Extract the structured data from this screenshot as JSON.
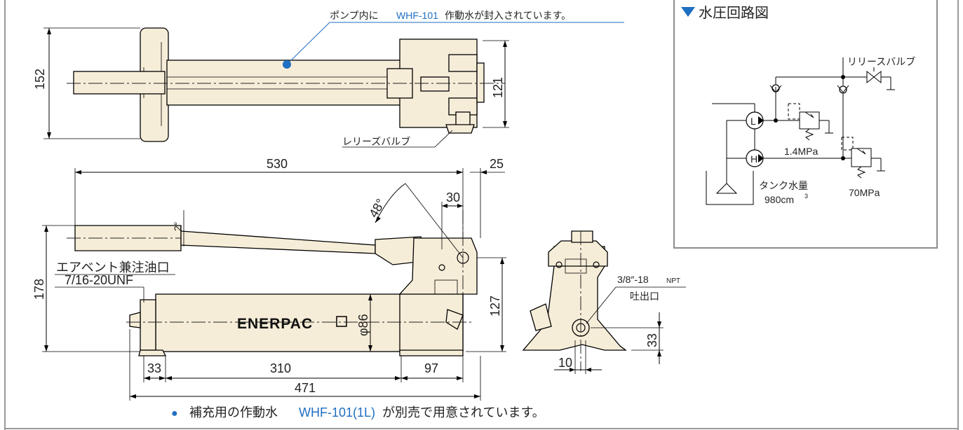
{
  "colors": {
    "accent": "#1f6fc2",
    "body_fill": "#f6edd8",
    "panel_border": "#8c8c8c"
  },
  "top_view": {
    "note_text": "ポンプ内に",
    "note_product": "WHF-101",
    "note_suffix": "作動水が封入されています。",
    "dim_width": "152",
    "dim_height_right": "121",
    "valve_label": "レリーズバルブ"
  },
  "side_view": {
    "dim_total_length": "530",
    "dim_end": "25",
    "dim_offset": "30",
    "dim_angle_handle": "48°",
    "dim_angle_small": "2°",
    "dim_height": "178",
    "dim_height_right": "127",
    "vent_label": "エアベント兼注油口",
    "vent_thread": "7/16-20UNF",
    "brand": "ENERPAC",
    "dim_diameter": "φ86",
    "dim_bottom_left": "33",
    "dim_bottom_mid": "310",
    "dim_bottom_right": "97",
    "dim_overall": "471"
  },
  "end_view": {
    "port_thread": "3/8″-18",
    "port_thread_suffix": "NPT",
    "port_label": "吐出口",
    "dim_height": "33",
    "dim_offset": "10"
  },
  "circuit": {
    "title": "水圧回路図",
    "release_valve": "リリースバルブ",
    "pump_low": "L",
    "pump_high": "H",
    "pressure_low": "1.4MPa",
    "pressure_high": "70MPa",
    "tank_label": "タンク水量",
    "tank_volume": "980cm",
    "tank_unit_sup": "3"
  },
  "footer": {
    "bullet": "●",
    "text_pre": "補充用の作動水",
    "product": "WHF-101(1L)",
    "text_post": "が別売で用意されています。"
  }
}
